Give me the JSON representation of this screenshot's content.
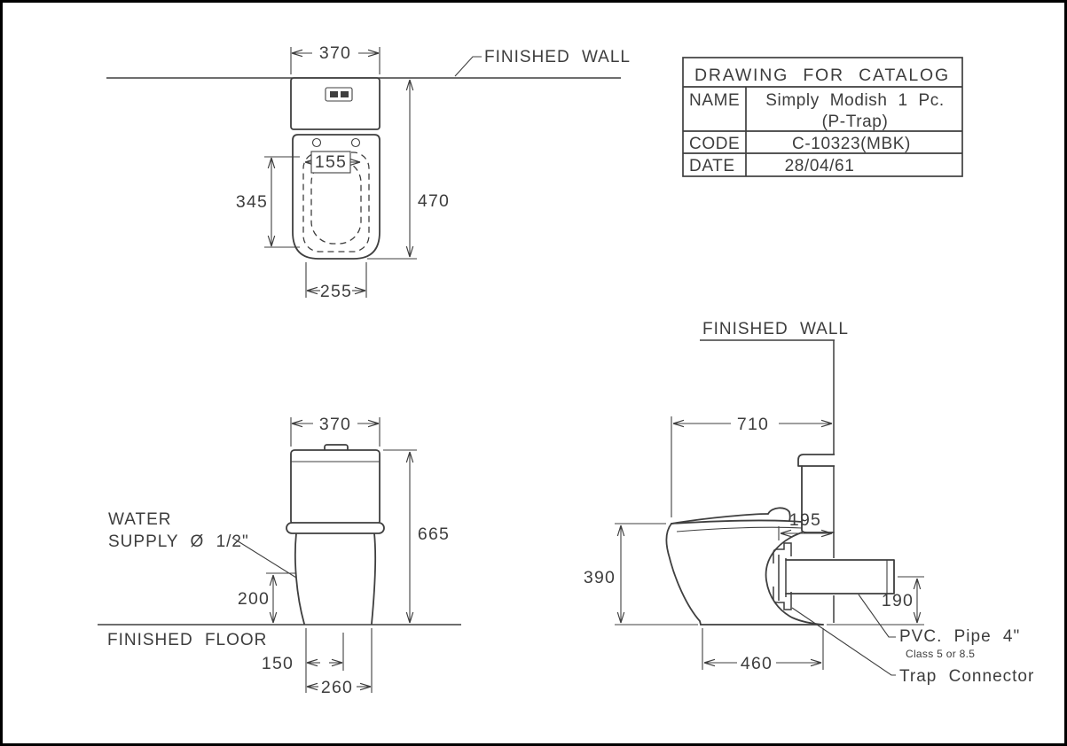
{
  "colors": {
    "line": "#3f3f3f",
    "frame": "#000000",
    "background": "#ffffff"
  },
  "title_block": {
    "title": "DRAWING FOR CATALOG",
    "name_label": "NAME",
    "name_value_line1": "Simply Modish 1 Pc.",
    "name_value_line2": "(P-Trap)",
    "code_label": "CODE",
    "code_value": "C-10323(MBK)",
    "date_label": "DATE",
    "date_value": "28/04/61"
  },
  "top_view": {
    "finished_wall_label": "FINISHED WALL",
    "dim_width": "370",
    "dim_inner_width": "155",
    "dim_seat_length": "345",
    "dim_depth": "470",
    "dim_seat_width": "255"
  },
  "front_view": {
    "dim_width": "370",
    "dim_height": "665",
    "dim_supply_height": "200",
    "dim_outlet_offset": "150",
    "dim_base_width": "260",
    "water_supply_line1": "WATER",
    "water_supply_line2": "SUPPLY Ø 1/2\"",
    "finished_floor_label": "FINISHED FLOOR"
  },
  "side_view": {
    "finished_wall_label": "FINISHED WALL",
    "dim_depth": "710",
    "dim_trap_offset": "195",
    "dim_rim_height": "390",
    "dim_outlet_center_height": "190",
    "dim_base_depth": "460",
    "pvc_pipe_label": "PVC. Pipe 4\"",
    "pvc_class_label": "Class 5 or 8.5",
    "trap_connector_label": "Trap Connector"
  }
}
